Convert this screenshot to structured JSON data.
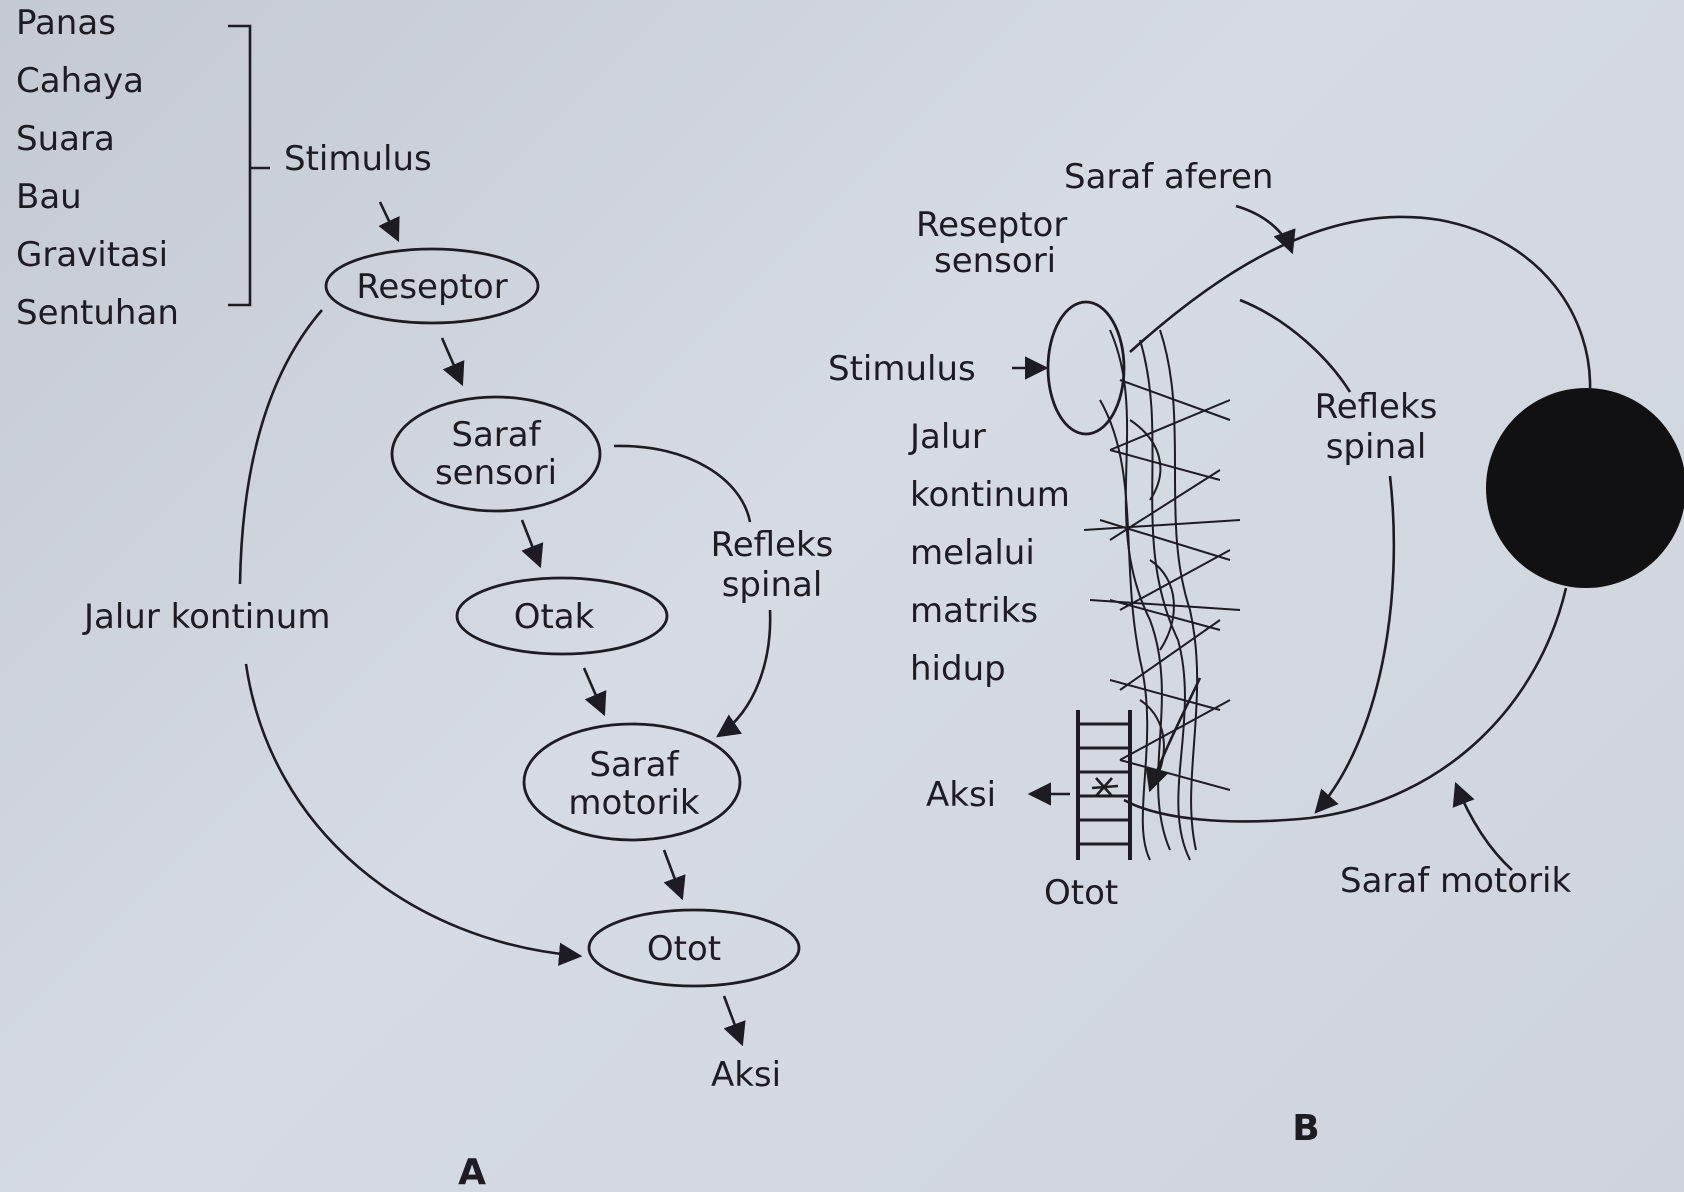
{
  "panel_a": {
    "stimuli": [
      "Panas",
      "Cahaya",
      "Suara",
      "Bau",
      "Gravitasi",
      "Sentuhan"
    ],
    "stimulus_label": "Stimulus",
    "nodes": {
      "reseptor": "Reseptor",
      "saraf_sensori": [
        "Saraf",
        "sensori"
      ],
      "otak": "Otak",
      "saraf_motorik": [
        "Saraf",
        "motorik"
      ],
      "otot": "Otot"
    },
    "refleks_spinal": [
      "Refleks",
      "spinal"
    ],
    "jalur_kontinum": "Jalur kontinum",
    "aksi": "Aksi",
    "panel_label": "A"
  },
  "panel_b": {
    "saraf_aferen": "Saraf aferen",
    "reseptor_sensori": [
      "Reseptor",
      "sensori"
    ],
    "stimulus": "Stimulus",
    "jalur_lines": [
      "Jalur",
      "kontinum",
      "melalui",
      "matriks",
      "hidup"
    ],
    "refleks_spinal": [
      "Refleks",
      "spinal"
    ],
    "aksi": "Aksi",
    "otot": "Otot",
    "saraf_motorik": "Saraf motorik",
    "panel_label": "B"
  }
}
